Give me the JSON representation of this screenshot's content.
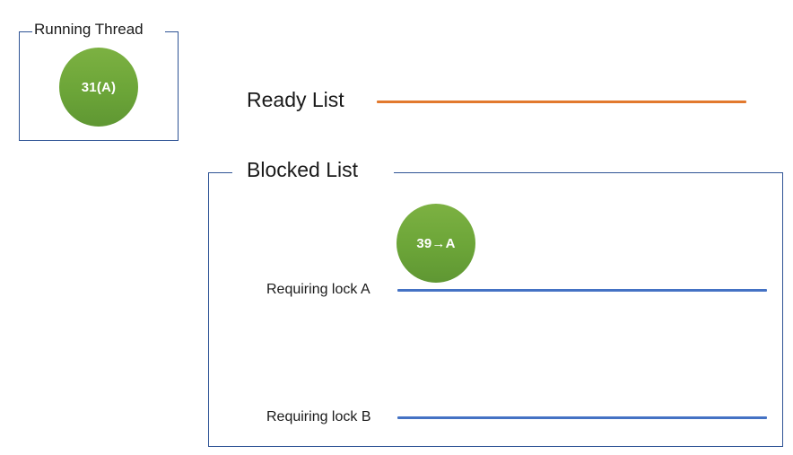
{
  "diagram": {
    "running_thread": {
      "title": "Running Thread",
      "thread": {
        "label": "31(A)"
      }
    },
    "ready_list": {
      "title": "Ready List",
      "rule_color": "#e2792e",
      "threads": []
    },
    "blocked_list": {
      "title": "Blocked List",
      "rule_color": "#4472c4",
      "threads": [
        {
          "label": "39→A"
        }
      ],
      "rows": [
        {
          "label": "Requiring lock A"
        },
        {
          "label": "Requiring lock B"
        }
      ]
    },
    "colors": {
      "box_border": "#2e5395",
      "thread_fill_top": "#7cb142",
      "thread_fill_bottom": "#5f9733",
      "thread_text": "#ffffff",
      "label_text": "#1a1a1a"
    }
  }
}
